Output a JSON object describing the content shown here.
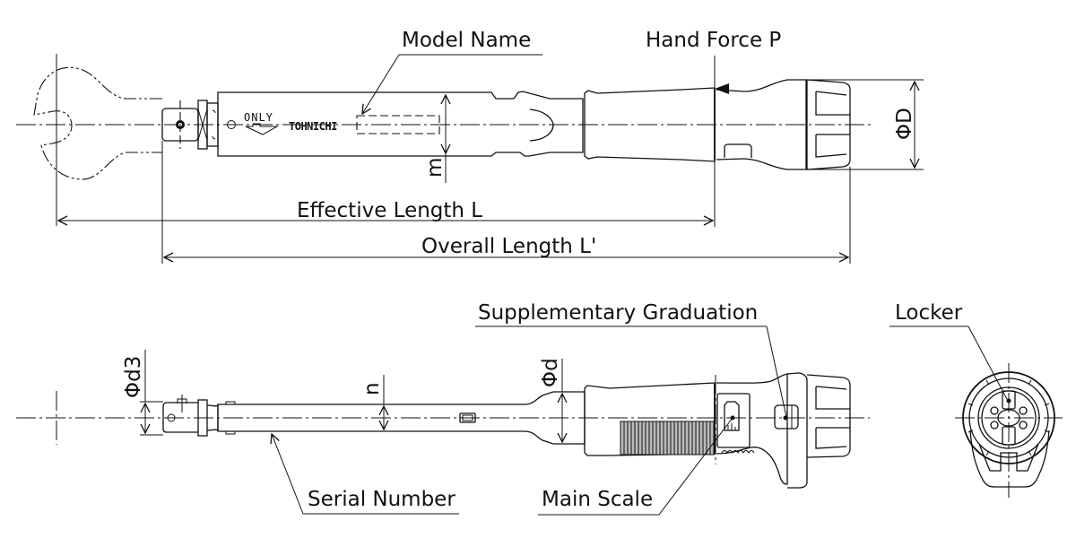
{
  "diagram": {
    "brand_mark": "TOHNICHI",
    "direction_mark": "ONLY",
    "top_view": {
      "labels": {
        "model_name": "Model Name",
        "hand_force": "Hand Force P",
        "diameter_D": "ΦD",
        "dim_m": "m",
        "effective_length": "Effective Length L",
        "overall_length": "Overall Length L'"
      }
    },
    "side_view": {
      "labels": {
        "diameter_d3": "Φd3",
        "dim_n": "n",
        "diameter_d": "Φd",
        "serial_number": "Serial Number",
        "supplementary_graduation": "Supplementary Graduation",
        "main_scale": "Main Scale"
      }
    },
    "end_view": {
      "labels": {
        "locker": "Locker"
      }
    }
  }
}
